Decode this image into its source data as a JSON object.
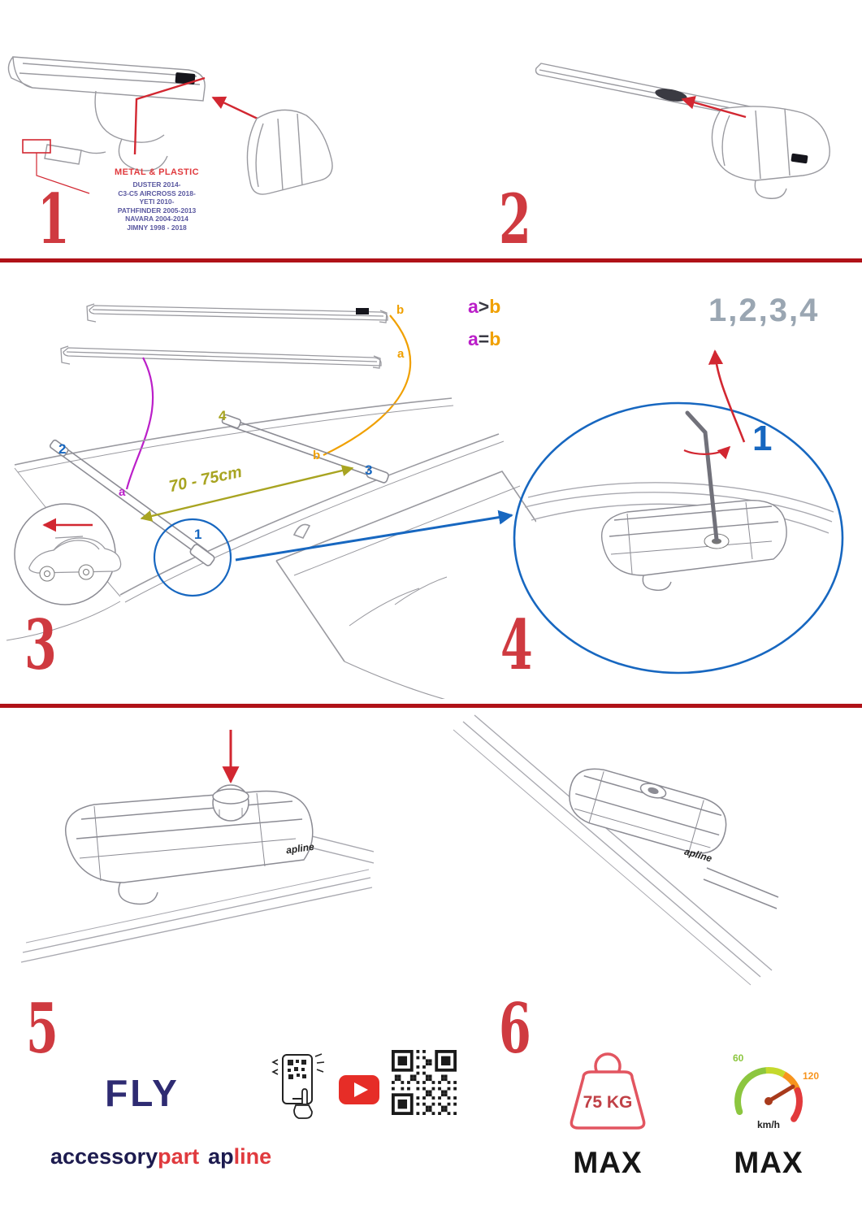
{
  "colors": {
    "accent_red": "#cf3a40",
    "divider_red": "#b01218",
    "blue": "#1767c0",
    "purple": "#bb1fc9",
    "orange": "#f0a000",
    "olive": "#a8a421",
    "navy": "#1d1b4f",
    "sequence_gray": "#9aa6b2"
  },
  "steps": {
    "n1": "1",
    "n2": "2",
    "n3": "3",
    "n4": "4",
    "n5": "5",
    "n6": "6"
  },
  "panel1": {
    "material": "METAL & PLASTIC",
    "models": [
      "DUSTER 2014-",
      "C3-C5 AIRCROSS 2018-",
      "YETI 2010-",
      "PATHFINDER 2005-2013",
      "NAVARA 2004-2014",
      "JIMNY 1998 - 2018"
    ]
  },
  "panel3": {
    "label_a": "a",
    "label_b": "b",
    "formula_gt": {
      "left": "a",
      "op": ">",
      "right": "b"
    },
    "formula_eq": {
      "left": "a",
      "op": "=",
      "right": "b"
    },
    "distance": "70 - 75cm",
    "bar1": "1",
    "bar2": "2",
    "bar3": "3",
    "bar4": "4"
  },
  "panel4": {
    "sequence": "1,2,3,4",
    "callout": "1"
  },
  "branding": {
    "fly": "FLY",
    "brand_accessory": "accessory",
    "brand_part": "part",
    "brand_ap": "ap",
    "brand_line": "line",
    "foot_logo": "apline"
  },
  "limits": {
    "weight": "75 KG",
    "weight_max": "MAX",
    "speed_60": "60",
    "speed_120": "120",
    "speed_unit": "km/h",
    "speed_max": "MAX"
  }
}
